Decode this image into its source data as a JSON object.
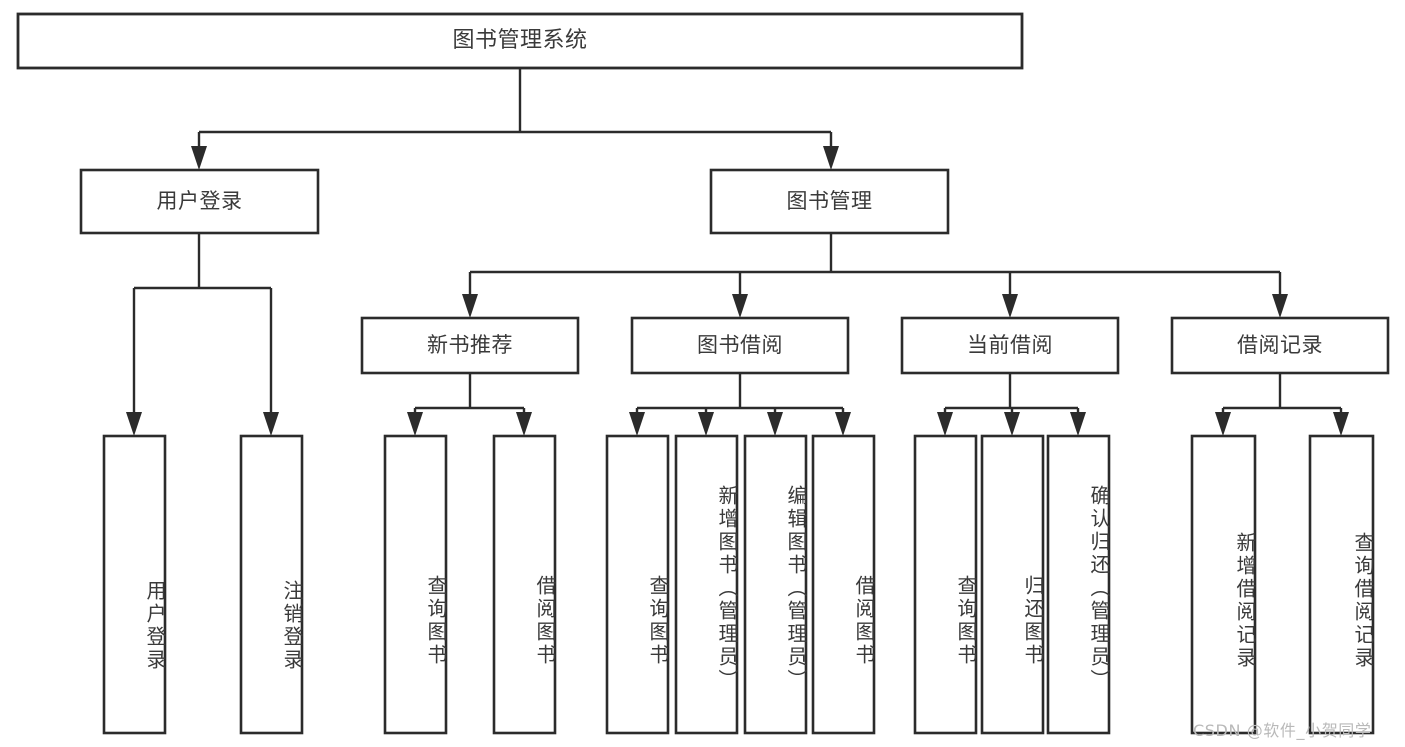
{
  "diagram": {
    "type": "tree-hierarchy",
    "title": "图书管理系统",
    "watermark": "CSDN @软件_小贺同学",
    "colors": {
      "background": "#ffffff",
      "box_stroke": "#2b2b2b",
      "box_fill": "#ffffff",
      "text": "#3a3a3a",
      "watermark": "#b9b9b9"
    },
    "levels": {
      "root": {
        "label": "图书管理系统"
      },
      "level2": [
        {
          "label": "用户登录"
        },
        {
          "label": "图书管理"
        }
      ],
      "level3": [
        {
          "label": "新书推荐"
        },
        {
          "label": "图书借阅"
        },
        {
          "label": "当前借阅"
        },
        {
          "label": "借阅记录"
        }
      ],
      "leaves": [
        {
          "label": "用户登录",
          "parent": "用户登录"
        },
        {
          "label": "注销登录",
          "parent": "用户登录"
        },
        {
          "label": "查询图书",
          "parent": "新书推荐"
        },
        {
          "label": "借阅图书",
          "parent": "新书推荐"
        },
        {
          "label": "查询图书",
          "parent": "图书借阅"
        },
        {
          "label": "新增图书（管理员）",
          "parent": "图书借阅"
        },
        {
          "label": "编辑图书（管理员）",
          "parent": "图书借阅"
        },
        {
          "label": "借阅图书",
          "parent": "图书借阅"
        },
        {
          "label": "查询图书",
          "parent": "当前借阅"
        },
        {
          "label": "归还图书",
          "parent": "当前借阅"
        },
        {
          "label": "确认归还（管理员）",
          "parent": "当前借阅"
        },
        {
          "label": "新增借阅记录",
          "parent": "借阅记录"
        },
        {
          "label": "查询借阅记录",
          "parent": "借阅记录"
        }
      ]
    }
  }
}
